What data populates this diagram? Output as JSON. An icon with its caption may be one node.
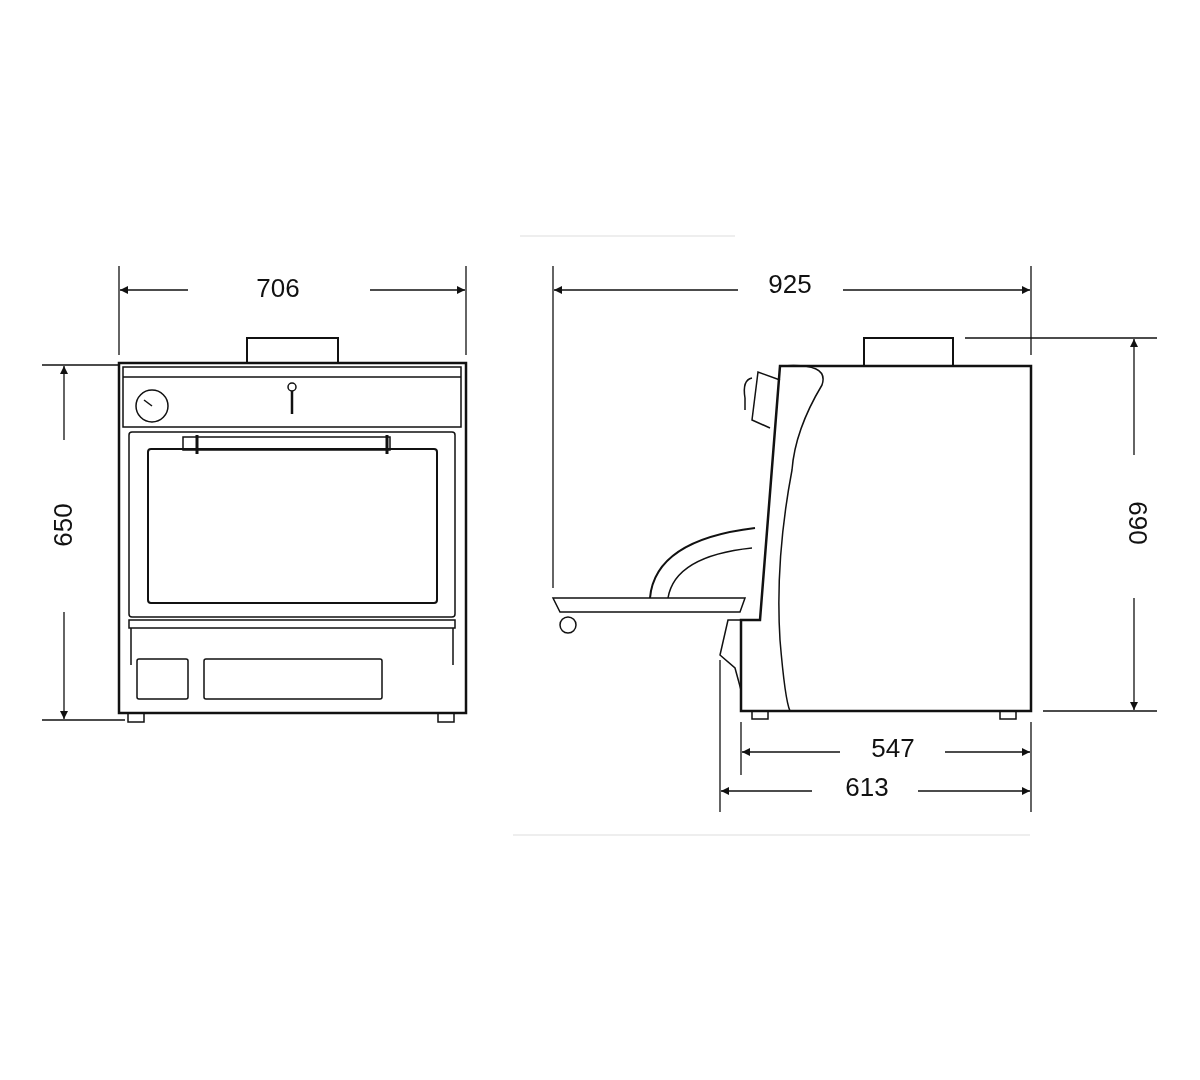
{
  "diagram": {
    "labels": [
      "706",
      "650",
      "925",
      "690",
      "547",
      "613"
    ]
  }
}
